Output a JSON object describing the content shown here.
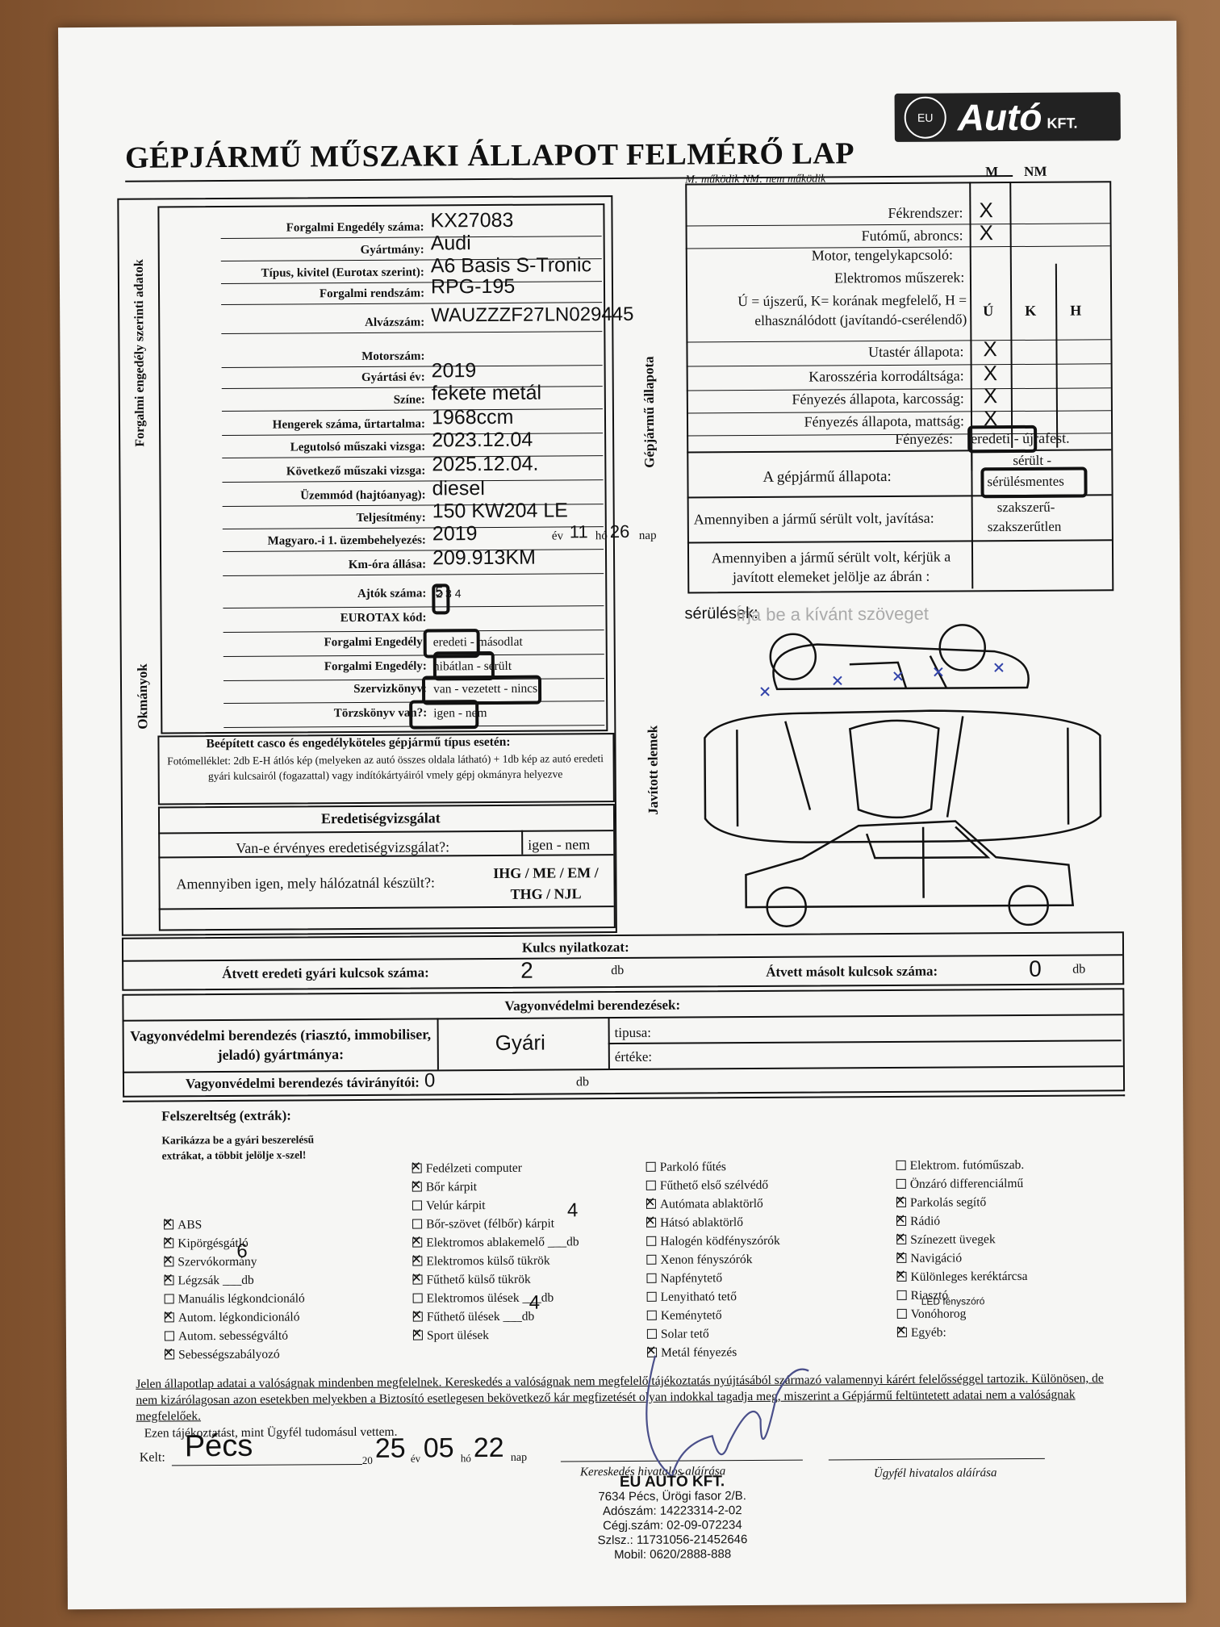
{
  "title": "GÉPJÁRMŰ MŰSZAKI ÁLLAPOT FELMÉRŐ LAP",
  "logo": {
    "eu": "EU",
    "word": "Autó",
    "kft": "KFT."
  },
  "legend": "M: működik   NM: nem működik",
  "side": {
    "forgalmi": "Forgalmi engedély szerinti adatok",
    "okmanyok": "Okmányok",
    "allapot": "Gépjármű állapota",
    "javitott": "Javított elemek"
  },
  "vehicle": [
    {
      "label": "Forgalmi Engedély száma:",
      "value": "KX27083"
    },
    {
      "label": "Gyártmány:",
      "value": "Audi"
    },
    {
      "label": "Típus, kivitel (Eurotax szerint):",
      "value": "A6 Basis S-Tronic"
    },
    {
      "label": "Forgalmi rendszám:",
      "value": "RPG-195"
    },
    {
      "label": "Alvázszám:",
      "value": "WAUZZZF27LN029445"
    },
    {
      "label": "Motorszám:",
      "value": ""
    },
    {
      "label": "Gyártási év:",
      "value": "2019"
    },
    {
      "label": "Színe:",
      "value": "fekete metál"
    },
    {
      "label": "Hengerek száma, űrtartalma:",
      "value": "1968ccm"
    },
    {
      "label": "Legutolsó műszaki vizsga:",
      "value": "2023.12.04"
    },
    {
      "label": "Következő műszaki vizsga:",
      "value": "2025.12.04."
    },
    {
      "label": "Üzemmód (hajtóanyag):",
      "value": "diesel"
    },
    {
      "label": "Teljesítmény:",
      "value": "150 KW204 LE"
    },
    {
      "label": "Magyaro.-i 1. üzembehelyezés:",
      "value": "2019"
    },
    {
      "label": "Km-óra állása:",
      "value": "209.913KM"
    }
  ],
  "first_reg": {
    "ev": "év",
    "ev_val": "11",
    "ho": "hó",
    "ho_val": "26",
    "nap": "nap"
  },
  "docs": [
    {
      "label": "Ajtók száma:",
      "value": "2  3  4"
    },
    {
      "label": "EUROTAX kód:",
      "value": ""
    },
    {
      "label": "Forgalmi Engedély:",
      "value": "eredeti - másodlat"
    },
    {
      "label": "Forgalmi Engedély:",
      "value": "hibátlan - sérült"
    },
    {
      "label": "Szervizkönyv:",
      "value": "van - vezetett - nincs"
    },
    {
      "label": "Törzskönyv van?:",
      "value": "igen - nem"
    }
  ],
  "doors_selected": "5",
  "casco": {
    "title": "Beépített casco és engedélyköteles gépjármű típus esetén:",
    "text": "Fotómelléklet: 2db E-H átlós kép (melyeken az autó összes oldala látható) + 1db kép az autó eredeti gyári kulcsairól (fogazattal) vagy indítókártyáiról vmely gépj okmányra helyezve"
  },
  "eredet": {
    "title": "Eredetiségvizsgálat",
    "q1": "Van-e érvényes eredetiségvizsgálat?:",
    "a1": "igen - nem",
    "q2": "Amennyiben igen, mely hálózatnál készült?:",
    "a2": "IHG / ME / EM / THG / NJL"
  },
  "state": {
    "col_m": "M",
    "col_nm": "NM",
    "rows_mnm": [
      {
        "label": "Fékrendszer:",
        "mark": "X"
      },
      {
        "label": "Futómű, abroncs:",
        "mark": "X"
      }
    ],
    "motor": "Motor, tengelykapcsoló:",
    "elektro": "Elektromos műszerek:",
    "ukh_text": "Ú = újszerű, K= korának megfelelő, H = elhasználódott (javítandó-cserélendő)",
    "col_u": "Ú",
    "col_k": "K",
    "col_h": "H",
    "rows_ukh": [
      {
        "label": "Utastér állapota:",
        "mark": "X"
      },
      {
        "label": "Karosszéria korrodáltsága:",
        "mark": "X"
      },
      {
        "label": "Fényezés állapota, karcosság:",
        "mark": "X"
      },
      {
        "label": "Fényezés állapota, mattság:",
        "mark": "X"
      }
    ],
    "fenyezes_label": "Fényezés:",
    "fenyezes_val": "eredeti - újrafest.",
    "allapot_label": "A gépjármű állapota:",
    "allapot_a": "sérült -",
    "allapot_b": "sérülésmentes",
    "javitas_label": "Amennyiben a jármű sérült volt, javítása:",
    "javitas_a": "szakszerű-",
    "javitas_b": "szakszerűtlen",
    "jelolje": "Amennyiben a jármű sérült volt, kérjük a javított elemeket jelölje az ábrán :"
  },
  "diagram": {
    "label": "sérülések:",
    "placeholder": "Írja be a kívánt szöveget"
  },
  "keys": {
    "title": "Kulcs nyilatkozat:",
    "orig_label": "Átvett eredeti gyári kulcsok száma:",
    "orig_val": "2",
    "db": "db",
    "copy_label": "Átvett másolt kulcsok száma:",
    "copy_val": "0"
  },
  "security": {
    "title": "Vagyonvédelmi berendezések:",
    "make_label": "Vagyonvédelmi berendezés (riasztó, immobiliser, jeladó) gyártmánya:",
    "make_val": "Gyári",
    "tipusa": "tipusa:",
    "erteke": "értéke:",
    "remote_label": "Vagyonvédelmi berendezés távirányítói:",
    "remote_val": "0",
    "db": "db"
  },
  "extras": {
    "title": "Felszereltség (extrák):",
    "note": "Karikázza be a gyári beszerelésű extrákat, a többit jelölje x-szel!",
    "col1": [
      {
        "t": "ABS",
        "on": true
      },
      {
        "t": "Kipörgésgátló",
        "on": true
      },
      {
        "t": "Szervókormány",
        "on": true
      },
      {
        "t": "Légzsák ___db",
        "on": true
      },
      {
        "t": "Manuális légkondcionáló",
        "on": false
      },
      {
        "t": "Autom. légkondicionáló",
        "on": true
      },
      {
        "t": "Autom. sebességváltó",
        "on": false
      },
      {
        "t": "Sebességszabályozó",
        "on": true
      }
    ],
    "col2": [
      {
        "t": "Fedélzeti computer",
        "on": true
      },
      {
        "t": "Bőr kárpit",
        "on": true
      },
      {
        "t": "Velúr kárpit",
        "on": false
      },
      {
        "t": "Bőr-szövet (félbőr) kárpit",
        "on": false
      },
      {
        "t": "Elektromos ablakemelő ___db",
        "on": true
      },
      {
        "t": "Elektromos külső tükrök",
        "on": true
      },
      {
        "t": "Fűthető külső tükrök",
        "on": true
      },
      {
        "t": "Elektromos ülések ___db",
        "on": false
      },
      {
        "t": "Fűthető ülések ___db",
        "on": true
      },
      {
        "t": "Sport ülések",
        "on": true
      }
    ],
    "col3": [
      {
        "t": "Parkoló fűtés",
        "on": false
      },
      {
        "t": "Fűthető első szélvédő",
        "on": false
      },
      {
        "t": "Autómata ablaktörlő",
        "on": true
      },
      {
        "t": "Hátsó ablaktörlő",
        "on": true
      },
      {
        "t": "Halogén ködfényszórók",
        "on": false
      },
      {
        "t": "Xenon fényszórók",
        "on": false
      },
      {
        "t": "Napfénytető",
        "on": false
      },
      {
        "t": "Lenyitható tető",
        "on": false
      },
      {
        "t": "Keménytető",
        "on": false
      },
      {
        "t": "Solar tető",
        "on": false
      },
      {
        "t": "Metál fényezés",
        "on": true
      }
    ],
    "col4": [
      {
        "t": "Elektrom. futóműszab.",
        "on": false
      },
      {
        "t": "Önzáró differenciálmű",
        "on": false
      },
      {
        "t": "Parkolás segítő",
        "on": true
      },
      {
        "t": "Rádió",
        "on": true
      },
      {
        "t": "Színezett üvegek",
        "on": true
      },
      {
        "t": "Navigáció",
        "on": true
      },
      {
        "t": "Különleges keréktárcsa",
        "on": true
      },
      {
        "t": "Riasztó",
        "on": false
      },
      {
        "t": "Vonóhorog",
        "on": false
      },
      {
        "t": "Egyéb:",
        "on": true
      }
    ],
    "legzsak": "6",
    "ablakemelo": "4",
    "ulesek": "4",
    "egyeb": "LED fényszóró"
  },
  "statement": "Jelen állapotlap adatai a valóságnak mindenben megfelelnek. Kereskedés a valóságnak nem megfelelő tájékoztatás nyújtásából származó valamennyi kárért felelősséggel tartozik. Különösen, de nem kizárólagosan azon esetekben melyekben a Biztosító esetlegesen bekövetkező kár megfizetését olyan indokkal tagadja meg, miszerint a Gépjármű feltüntetett adatai nem a valóságnak megfelelőek.",
  "statement2": "Ezen tájékoztatást, mint Ügyfél tudomásul vettem.",
  "date": {
    "kelt": "Kelt:",
    "place": "Pécs",
    "yr_prefix": "20",
    "year": "25",
    "ev": "év",
    "month": "05",
    "ho": "hó",
    "day": "22",
    "nap": "nap"
  },
  "sign": {
    "dealer": "Kereskedés hivatalos aláírása",
    "client": "Ügyfél hivatalos aláírása"
  },
  "stamp": [
    "EU AUTÓ KFT.",
    "7634 Pécs, Ürögi fasor 2/B.",
    "Adószám: 14223314-2-02",
    "Cégj.szám: 02-09-072234",
    "Szlsz.: 11731056-21452646",
    "Mobil: 0620/2888-888"
  ]
}
